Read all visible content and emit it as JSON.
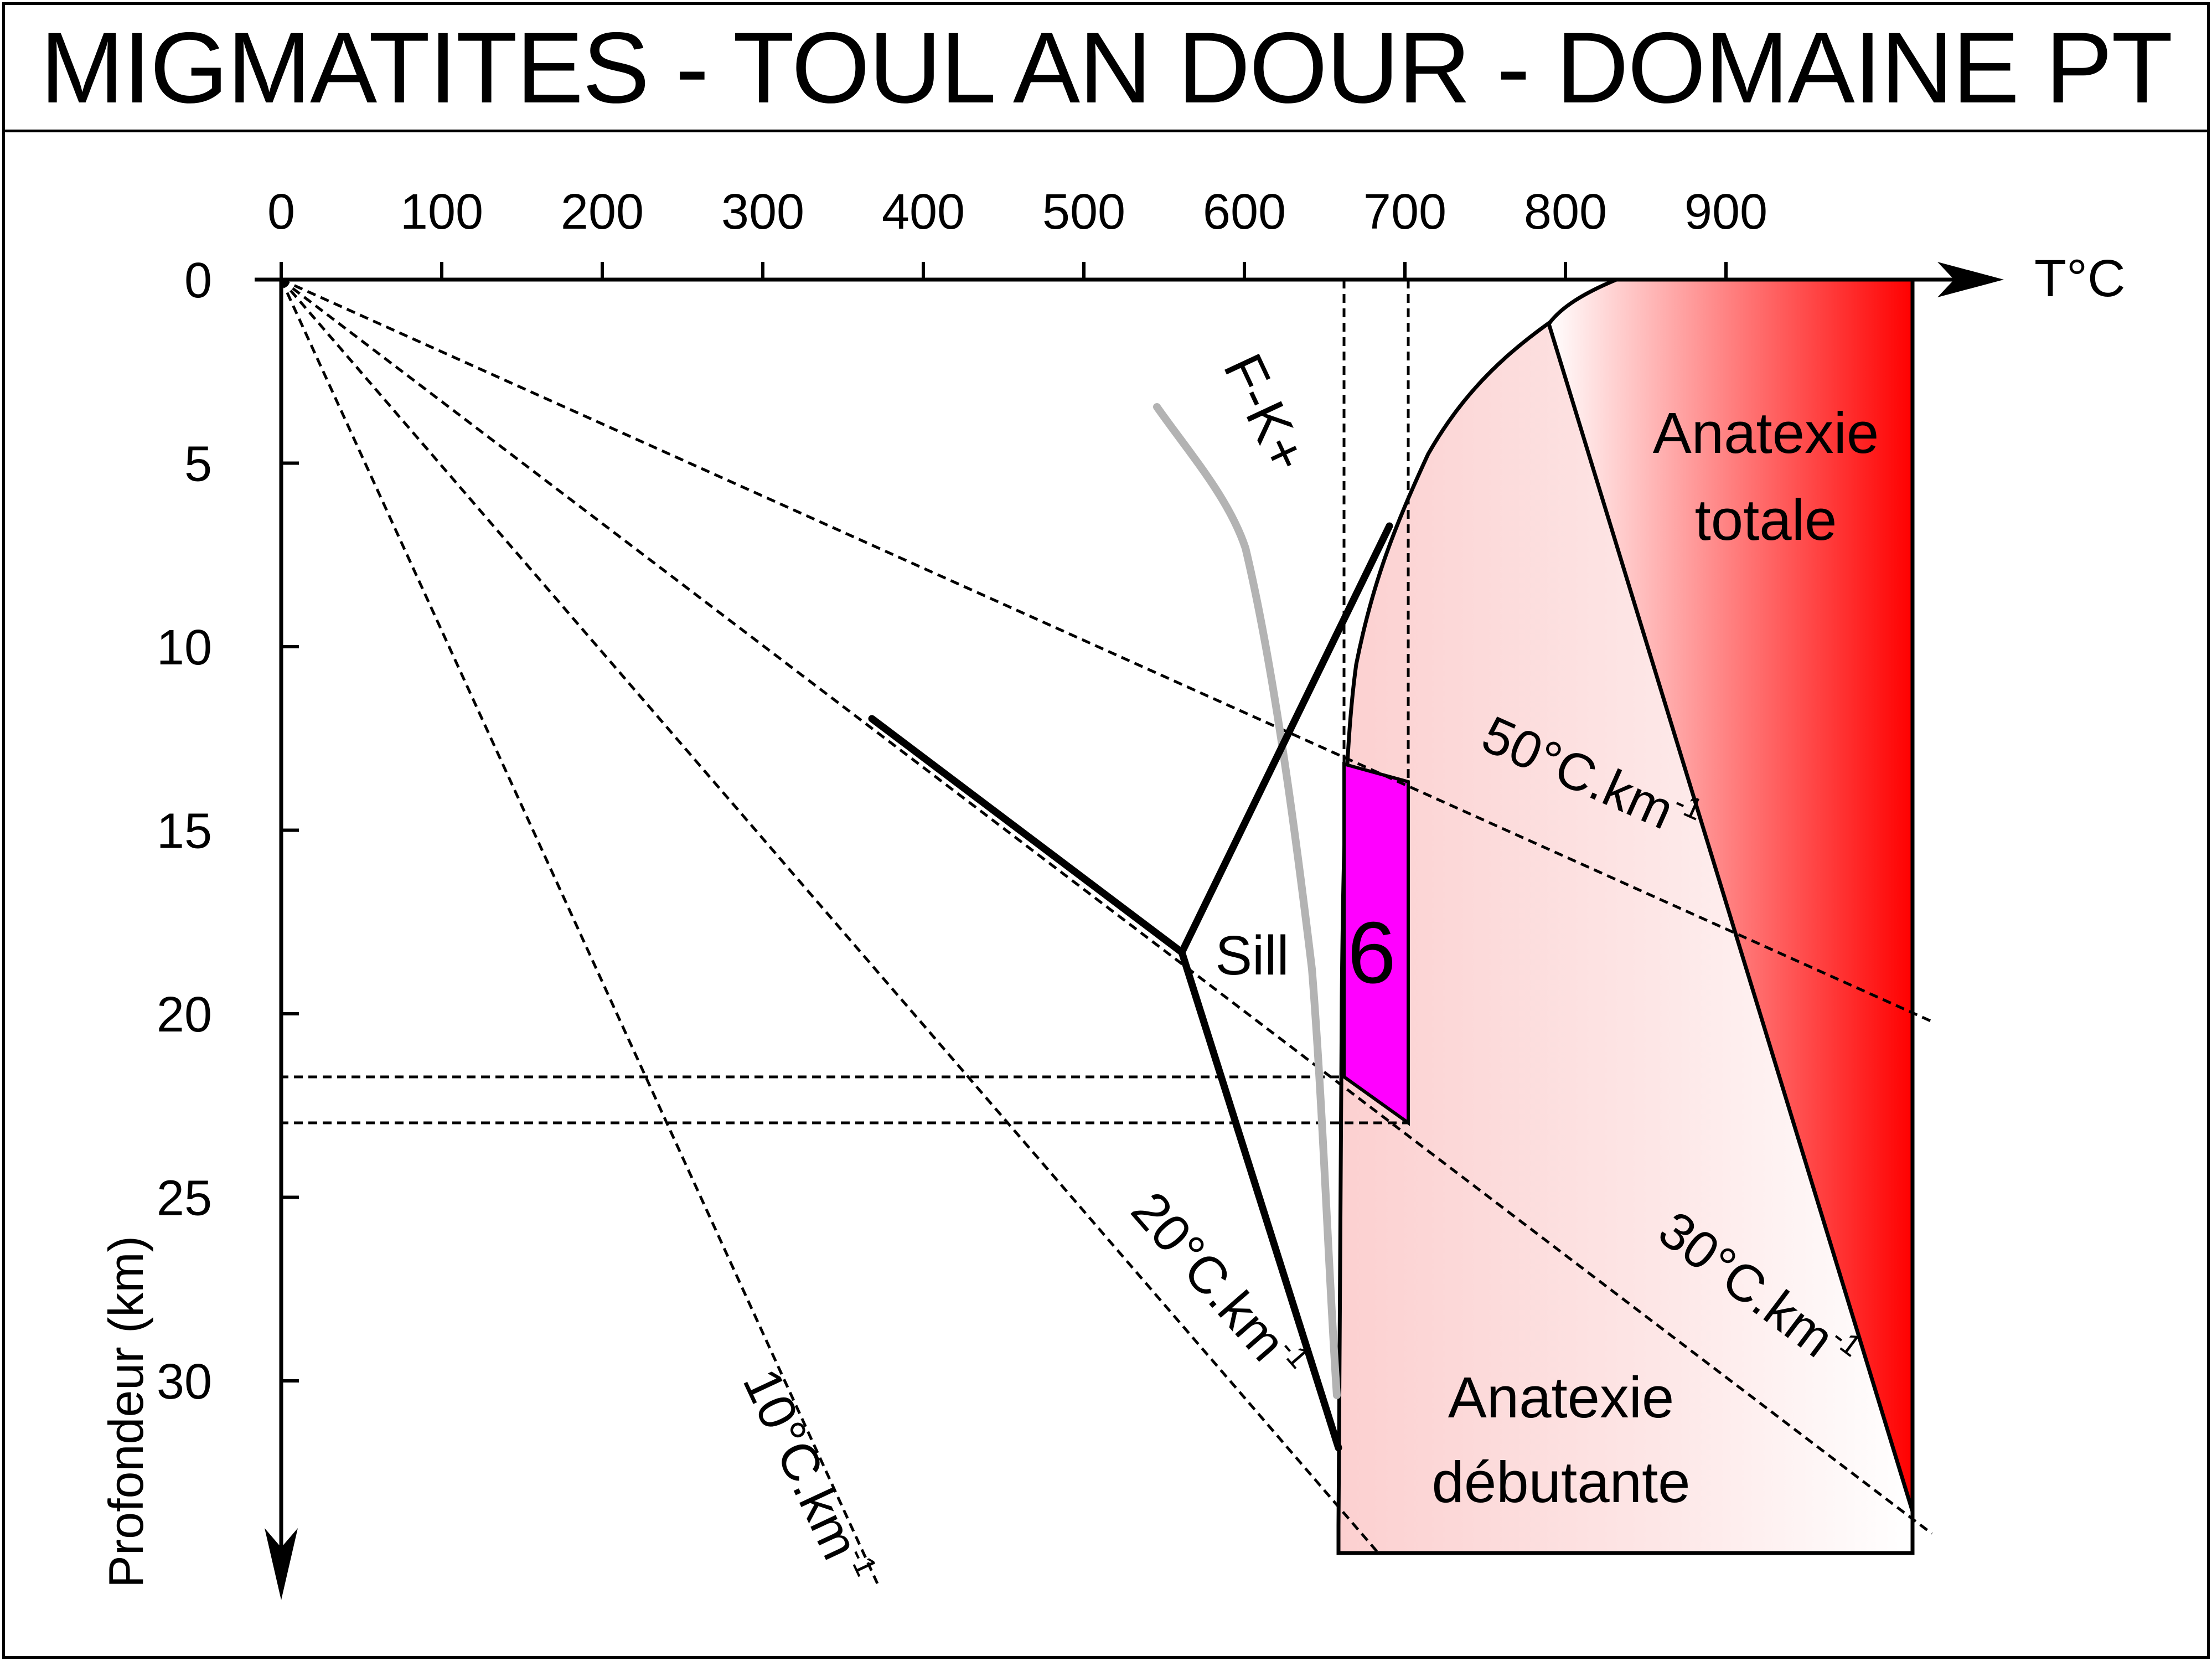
{
  "title": "MIGMATITES - TOUL  AN DOUR - DOMAINE PT",
  "x_axis": {
    "label": "T°C",
    "ticks": [
      "0",
      "100",
      "200",
      "300",
      "400",
      "500",
      "600",
      "700",
      "800",
      "900"
    ]
  },
  "y_axis": {
    "label": "Profondeur (km)",
    "ticks": [
      "0",
      "5",
      "10",
      "15",
      "20",
      "25",
      "30"
    ]
  },
  "geotherms": [
    {
      "label": "10°C.km",
      "sup": "-1",
      "gradient": 10
    },
    {
      "label": "20°C.km",
      "sup": "-1",
      "gradient": 20
    },
    {
      "label": "30°C.km",
      "sup": "-1",
      "gradient": 30
    },
    {
      "label": "50°C.km",
      "sup": "-1",
      "gradient": 50
    }
  ],
  "fields": {
    "total_melt_line1": "Anatexie",
    "total_melt_line2": "totale",
    "onset_melt_line1": "Anatexie",
    "onset_melt_line2": "débutante",
    "sillimanite": "Sill",
    "fk_reaction": "F-K+"
  },
  "pt_box": {
    "label": "6",
    "color": "#ff00ff",
    "t_min": 660,
    "t_max": 700,
    "depth_range_low_t": [
      13.2,
      21.7
    ],
    "depth_range_high_t": [
      13.9,
      23.0
    ]
  },
  "colors": {
    "anatexie_totale": "#ff0000",
    "anatexie_debutante": "#fdd8d8",
    "fk_line": "#b3b3b3"
  }
}
